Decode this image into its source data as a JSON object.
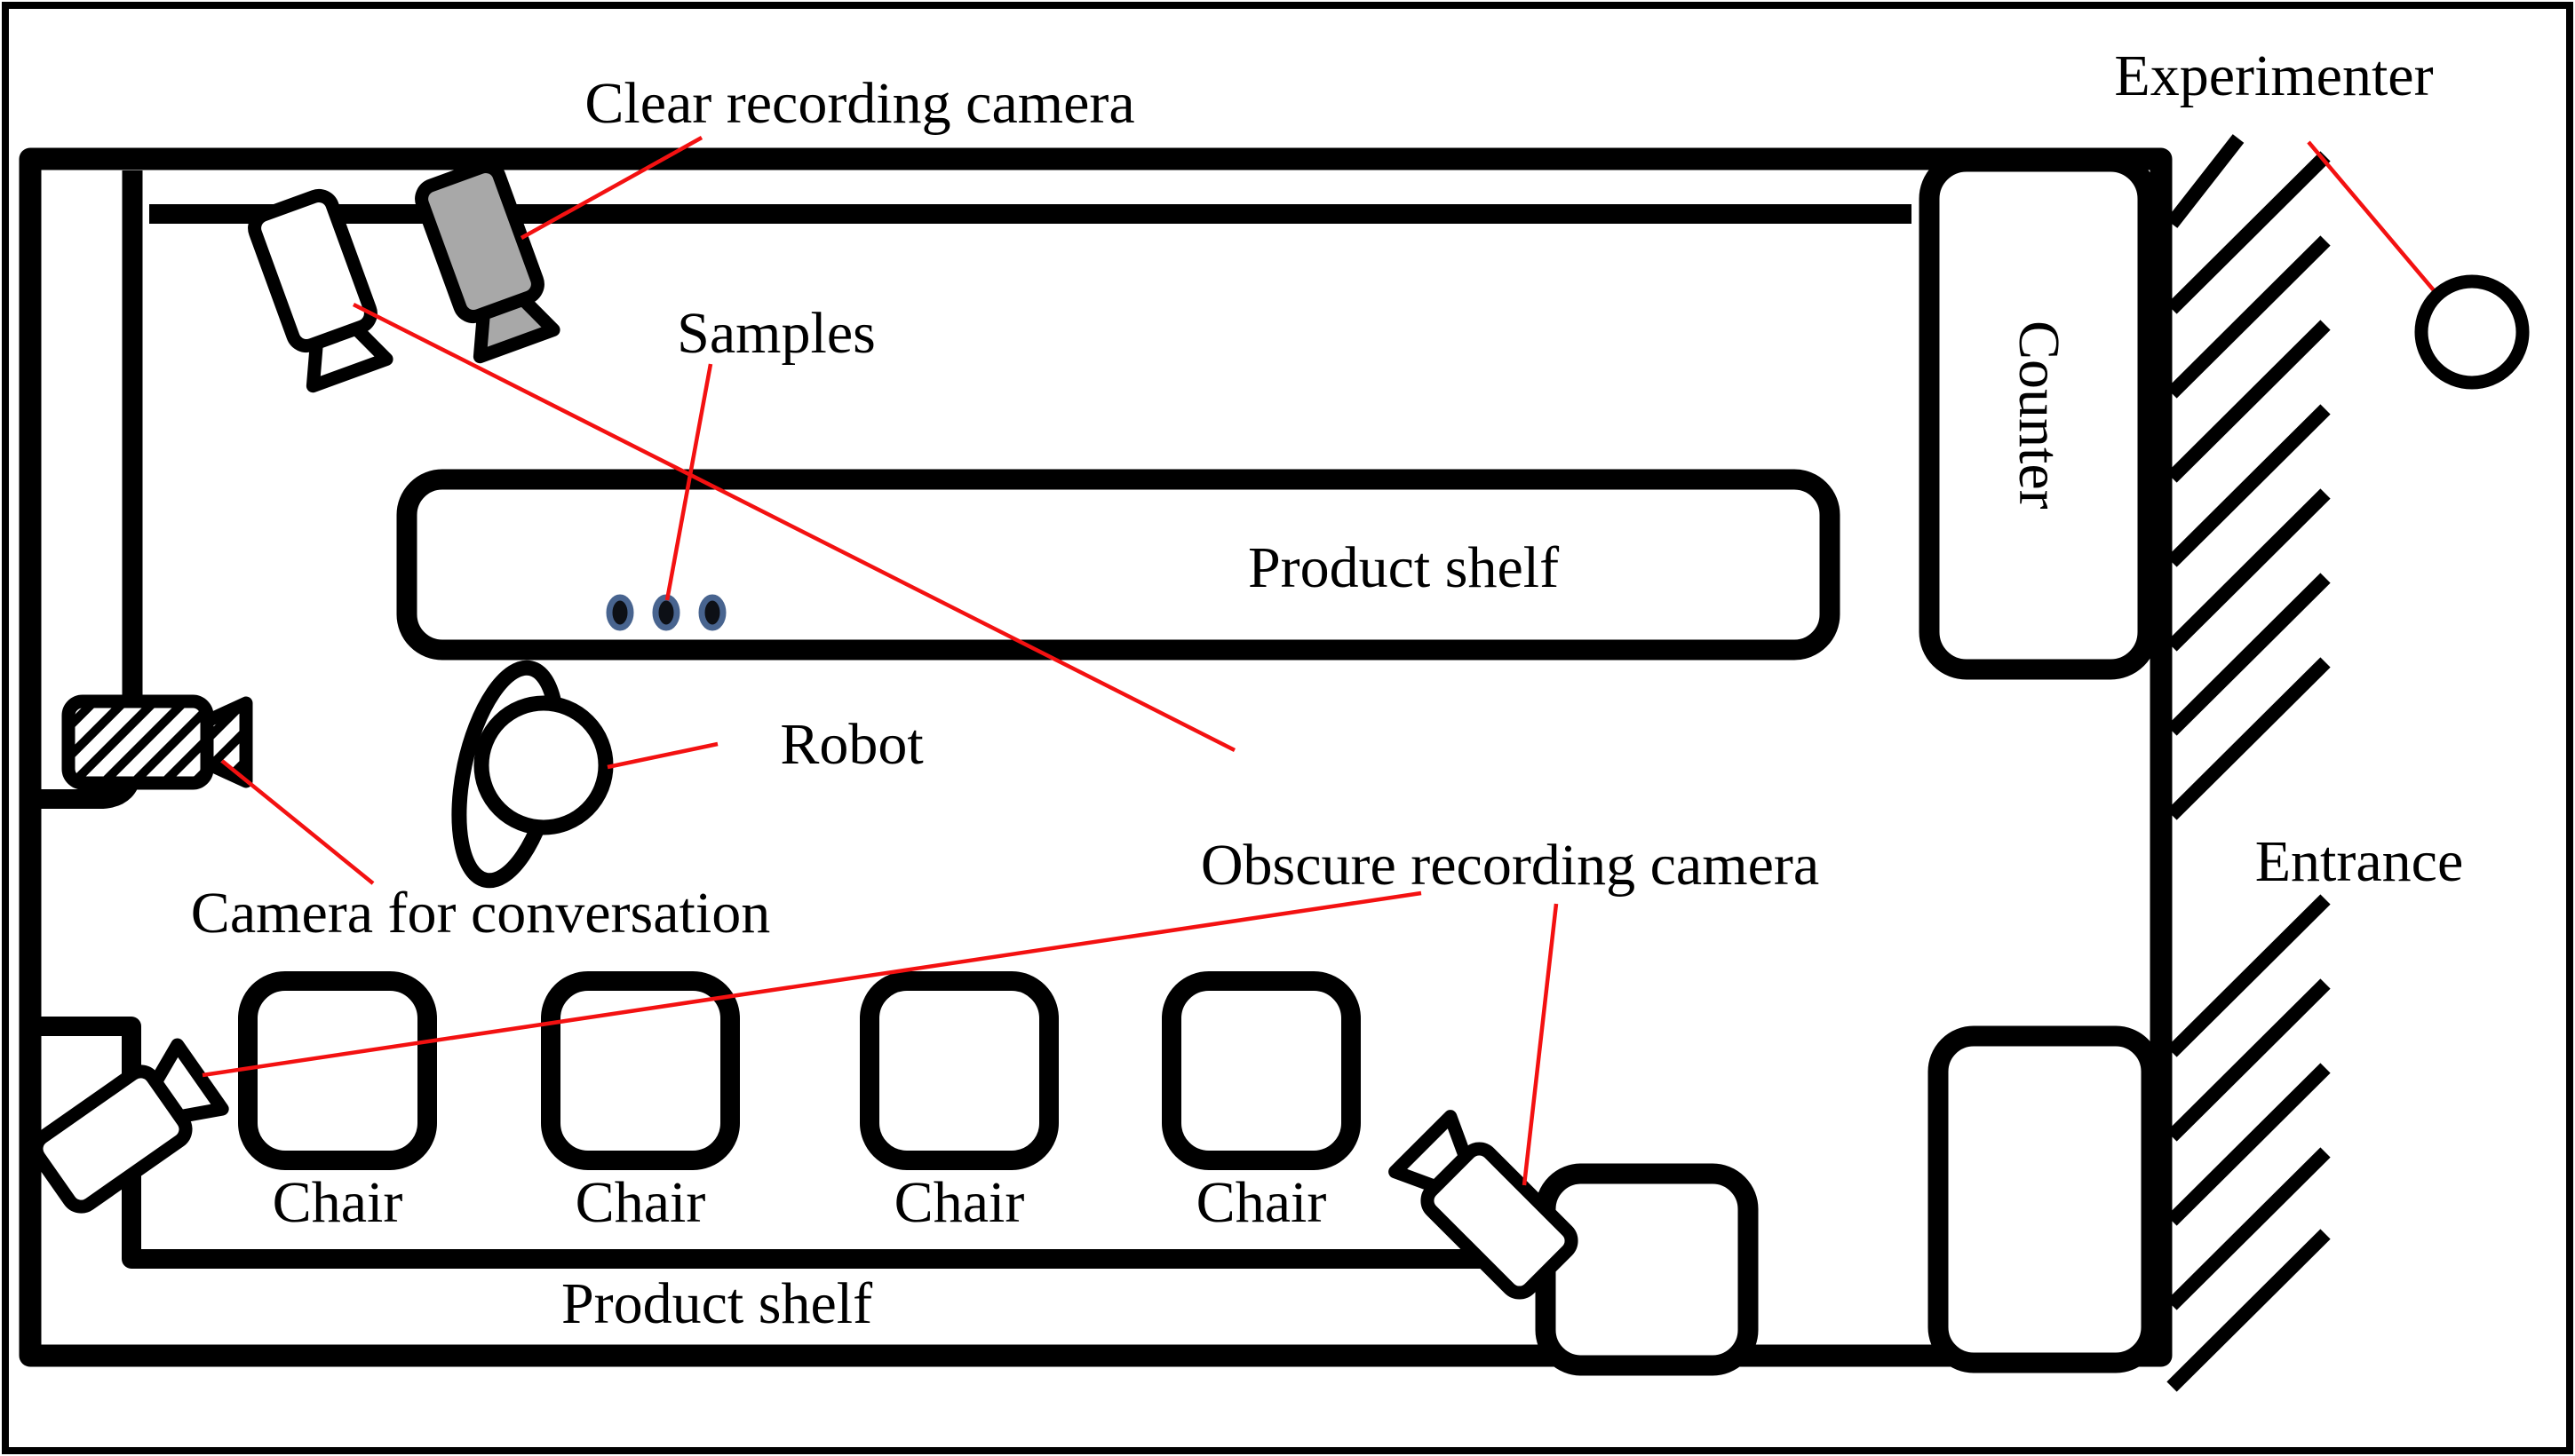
{
  "figure": {
    "type": "experiment-room-floor-plan",
    "labels": {
      "clear_recording_camera": "Clear recording camera",
      "samples": "Samples",
      "product_shelf_top": "Product shelf",
      "robot": "Robot",
      "camera_for_conversation": "Camera for conversation",
      "obscure_recording_camera": "Obscure recording camera",
      "product_shelf_bottom": "Product shelf",
      "counter": "Counter",
      "entrance": "Entrance",
      "experimenter": "Experimenter",
      "chairs": [
        "Chair",
        "Chair",
        "Chair",
        "Chair"
      ]
    },
    "counts": {
      "chairs": 4,
      "sample_dots": 3,
      "obscure_cameras": 3,
      "clear_cameras": 1
    },
    "colors": {
      "line_black": "#000000",
      "leader_line_red": "#f31111",
      "clear_camera_gray": "#a8a8a8",
      "sample_dot_ring_blue": "#48648f",
      "sample_dot_core": "#0d1016",
      "background": "#ffffff"
    }
  }
}
